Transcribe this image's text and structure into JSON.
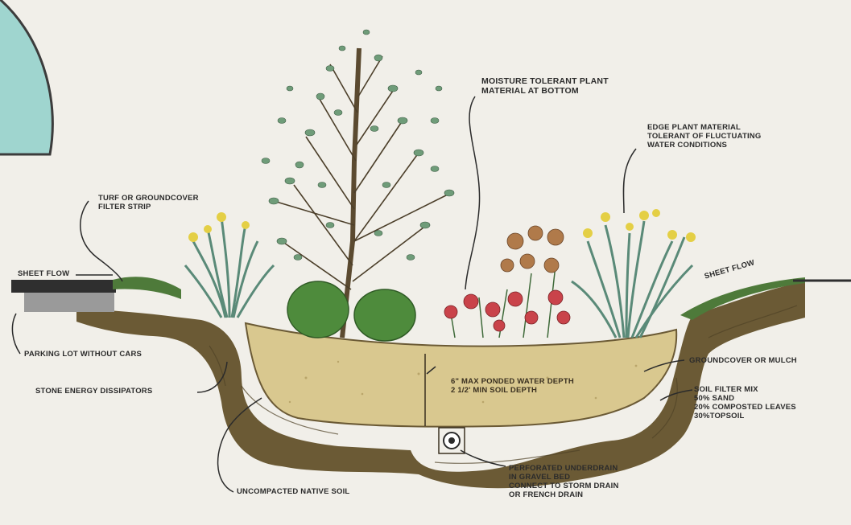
{
  "colors": {
    "background": "#f1efe9",
    "teal_tab": "#9fd5cf",
    "soil_mix": "#d9c88f",
    "native_soil": "#6b5a35",
    "leaf_green": "#6f9c79",
    "shrub_green": "#4e8b3c",
    "flower_red": "#c9434a",
    "flower_yellow": "#e4cf45"
  },
  "labels": {
    "moisture_tolerant": [
      "MOISTURE TOLERANT PLANT",
      "MATERIAL AT BOTTOM"
    ],
    "edge_plant": [
      "EDGE PLANT MATERIAL",
      "TOLERANT OF FLUCTUATING",
      "WATER CONDITIONS"
    ],
    "turf_filter": [
      "TURF OR GROUNDCOVER",
      "FILTER STRIP"
    ],
    "sheet_flow_left": "SHEET FLOW",
    "sheet_flow_right": "SHEET FLOW",
    "parking_lot": "PARKING LOT WITHOUT CARS",
    "stone_energy": "STONE ENERGY DISSIPATORS",
    "groundcover_mulch": "GROUNDCOVER OR MULCH",
    "ponded_depth": [
      "6\" MAX PONDED WATER DEPTH",
      "2 1/2' MIN SOIL DEPTH"
    ],
    "soil_filter_mix": [
      "SOIL FILTER MIX",
      "50% SAND",
      "20% COMPOSTED LEAVES",
      "30%TOPSOIL"
    ],
    "underdrain": [
      "PERFORATED UNDERDRAIN",
      "IN GRAVEL BED",
      "CONNECT TO STORM DRAIN",
      "OR FRENCH DRAIN"
    ],
    "native_soil": "UNCOMPACTED NATIVE SOIL"
  }
}
